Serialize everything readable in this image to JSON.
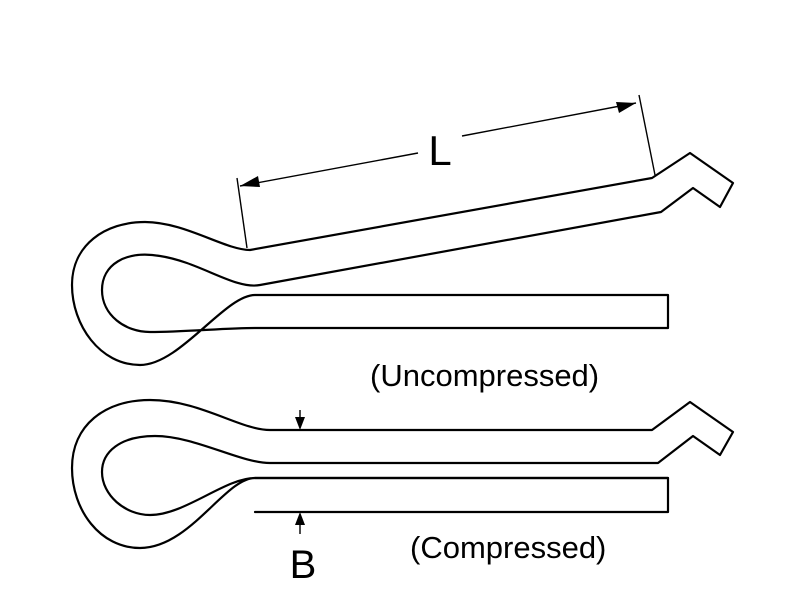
{
  "diagram": {
    "dimension_length_label": "L",
    "dimension_thickness_label": "B",
    "uncompressed_caption": "(Uncompressed)",
    "compressed_caption": "(Compressed)",
    "line_color": "#000000",
    "background_color": "#ffffff"
  }
}
